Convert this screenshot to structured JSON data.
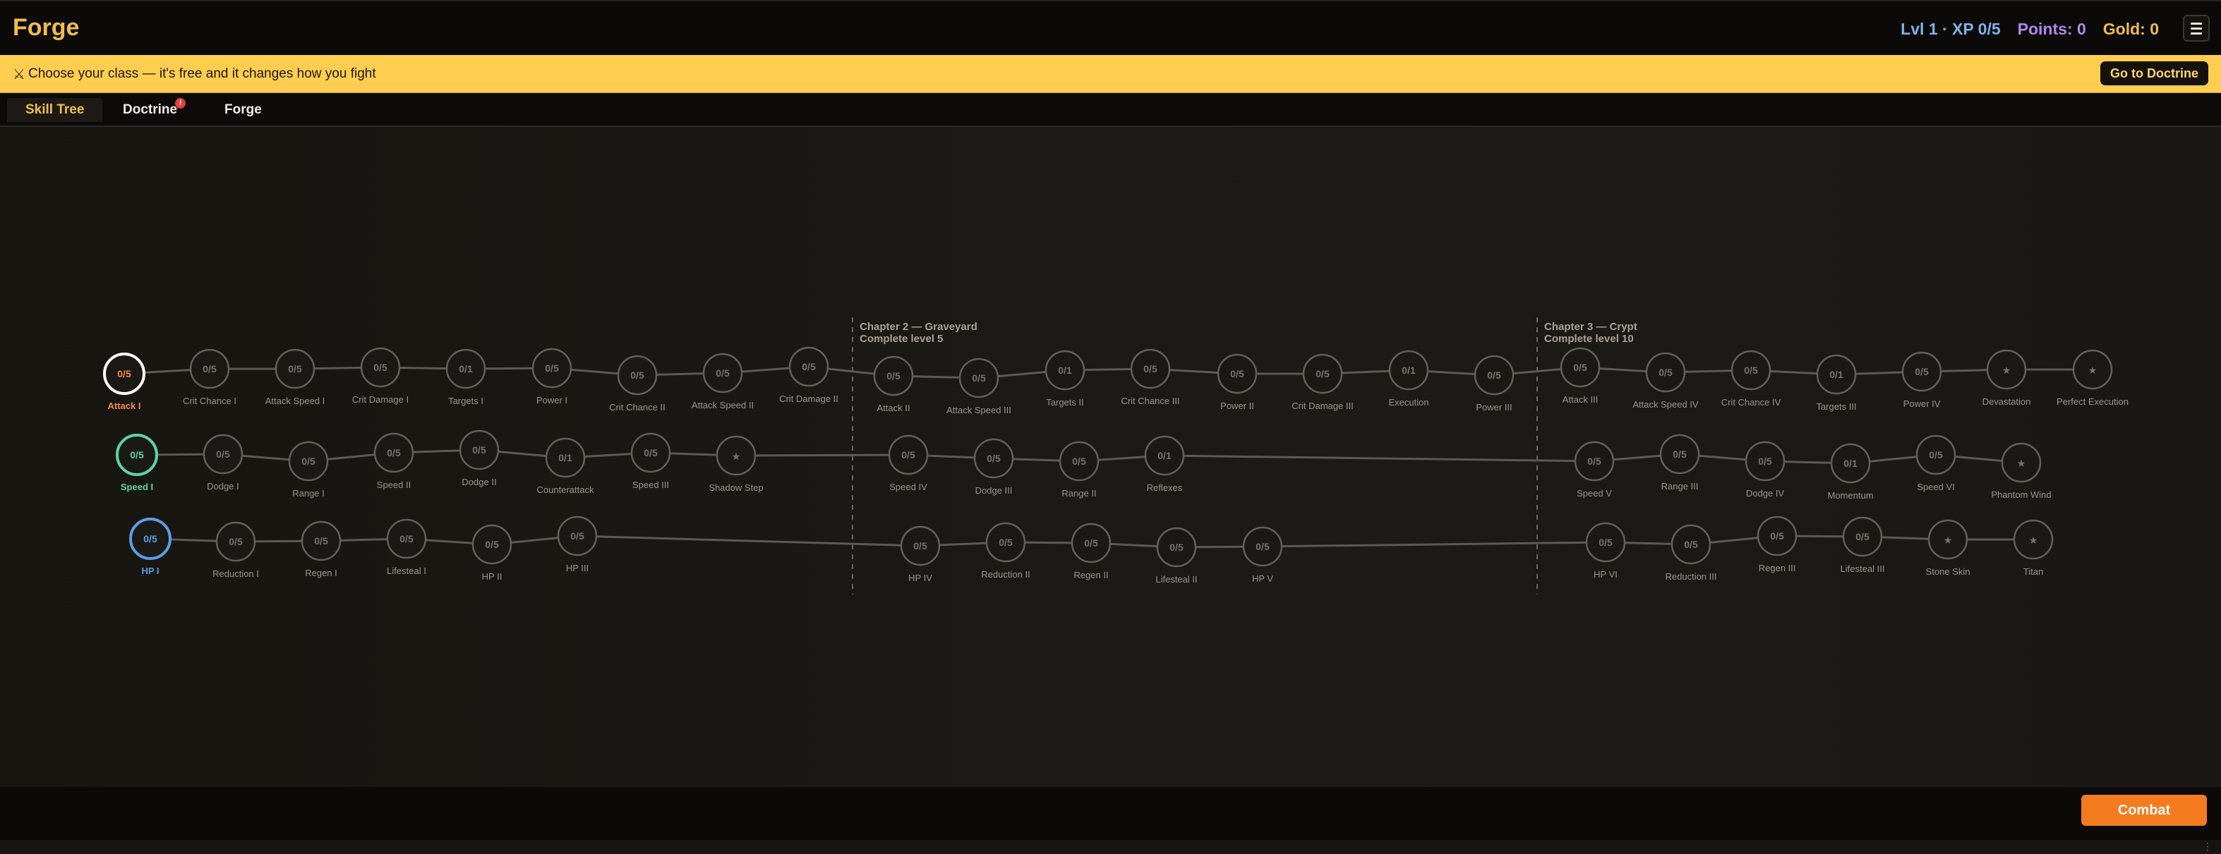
{
  "header": {
    "title": "Forge",
    "level_xp": "Lvl 1 · XP 0/5",
    "points": "Points: 0",
    "gold": "Gold: 0",
    "menu_icon": "hamburger-menu-icon"
  },
  "banner": {
    "icon": "⚔",
    "text": "Choose your class — it's free and it changes how you fight",
    "button_label": "Go to Doctrine"
  },
  "tabs": [
    {
      "label": "Skill Tree",
      "active": true
    },
    {
      "label": "Doctrine",
      "badge": "!"
    },
    {
      "label": "Forge"
    }
  ],
  "chapters": [
    {
      "title": "Chapter 2 — Graveyard",
      "requirement": "Complete level 5"
    },
    {
      "title": "Chapter 3 — Crypt",
      "requirement": "Complete level 10"
    }
  ],
  "rows": [
    {
      "track": "attack",
      "color": "#f08a5a",
      "nodes": [
        {
          "label": "Attack I",
          "value": "0/5",
          "state": "available"
        },
        {
          "label": "Crit Chance I",
          "value": "0/5"
        },
        {
          "label": "Attack Speed I",
          "value": "0/5"
        },
        {
          "label": "Crit Damage I",
          "value": "0/5"
        },
        {
          "label": "Targets I",
          "value": "0/1"
        },
        {
          "label": "Power I",
          "value": "0/5"
        },
        {
          "label": "Crit Chance II",
          "value": "0/5"
        },
        {
          "label": "Attack Speed II",
          "value": "0/5"
        },
        {
          "label": "Crit Damage II",
          "value": "0/5"
        },
        {
          "label": "Attack II",
          "value": "0/5"
        },
        {
          "label": "Attack Speed III",
          "value": "0/5"
        },
        {
          "label": "Targets II",
          "value": "0/1"
        },
        {
          "label": "Crit Chance III",
          "value": "0/5"
        },
        {
          "label": "Power II",
          "value": "0/5"
        },
        {
          "label": "Crit Damage III",
          "value": "0/5"
        },
        {
          "label": "Execution",
          "value": "0/1"
        },
        {
          "label": "Power III",
          "value": "0/5"
        },
        {
          "label": "Attack III",
          "value": "0/5"
        },
        {
          "label": "Attack Speed IV",
          "value": "0/5"
        },
        {
          "label": "Crit Chance IV",
          "value": "0/5"
        },
        {
          "label": "Targets III",
          "value": "0/1"
        },
        {
          "label": "Power IV",
          "value": "0/5"
        },
        {
          "label": "Devastation",
          "value": "★"
        },
        {
          "label": "Perfect Execution",
          "value": "★"
        }
      ]
    },
    {
      "track": "speed",
      "color": "#5fd3a8",
      "nodes": [
        {
          "label": "Speed I",
          "value": "0/5",
          "state": "available"
        },
        {
          "label": "Dodge I",
          "value": "0/5"
        },
        {
          "label": "Range I",
          "value": "0/5"
        },
        {
          "label": "Speed II",
          "value": "0/5"
        },
        {
          "label": "Dodge II",
          "value": "0/5"
        },
        {
          "label": "Counterattack",
          "value": "0/1"
        },
        {
          "label": "Speed III",
          "value": "0/5"
        },
        {
          "label": "Shadow Step",
          "value": "★"
        },
        {
          "label": "Speed IV",
          "value": "0/5"
        },
        {
          "label": "Dodge III",
          "value": "0/5"
        },
        {
          "label": "Range II",
          "value": "0/5"
        },
        {
          "label": "Reflexes",
          "value": "0/1"
        },
        {
          "label": "Speed V",
          "value": "0/5"
        },
        {
          "label": "Range III",
          "value": "0/5"
        },
        {
          "label": "Dodge IV",
          "value": "0/5"
        },
        {
          "label": "Momentum",
          "value": "0/1"
        },
        {
          "label": "Speed VI",
          "value": "0/5"
        },
        {
          "label": "Phantom Wind",
          "value": "★"
        }
      ]
    },
    {
      "track": "hp",
      "color": "#5a9ee8",
      "nodes": [
        {
          "label": "HP I",
          "value": "0/5",
          "state": "available"
        },
        {
          "label": "Reduction I",
          "value": "0/5"
        },
        {
          "label": "Regen I",
          "value": "0/5"
        },
        {
          "label": "Lifesteal I",
          "value": "0/5"
        },
        {
          "label": "HP II",
          "value": "0/5"
        },
        {
          "label": "HP III",
          "value": "0/5"
        },
        {
          "label": "HP IV",
          "value": "0/5"
        },
        {
          "label": "Reduction II",
          "value": "0/5"
        },
        {
          "label": "Regen II",
          "value": "0/5"
        },
        {
          "label": "Lifesteal II",
          "value": "0/5"
        },
        {
          "label": "HP V",
          "value": "0/5"
        },
        {
          "label": "HP VI",
          "value": "0/5"
        },
        {
          "label": "Reduction III",
          "value": "0/5"
        },
        {
          "label": "Regen III",
          "value": "0/5"
        },
        {
          "label": "Lifesteal III",
          "value": "0/5"
        },
        {
          "label": "Stone Skin",
          "value": "★"
        },
        {
          "label": "Titan",
          "value": "★"
        }
      ]
    }
  ],
  "footer": {
    "combat_label": "Combat"
  },
  "strip_mark": "⋮"
}
